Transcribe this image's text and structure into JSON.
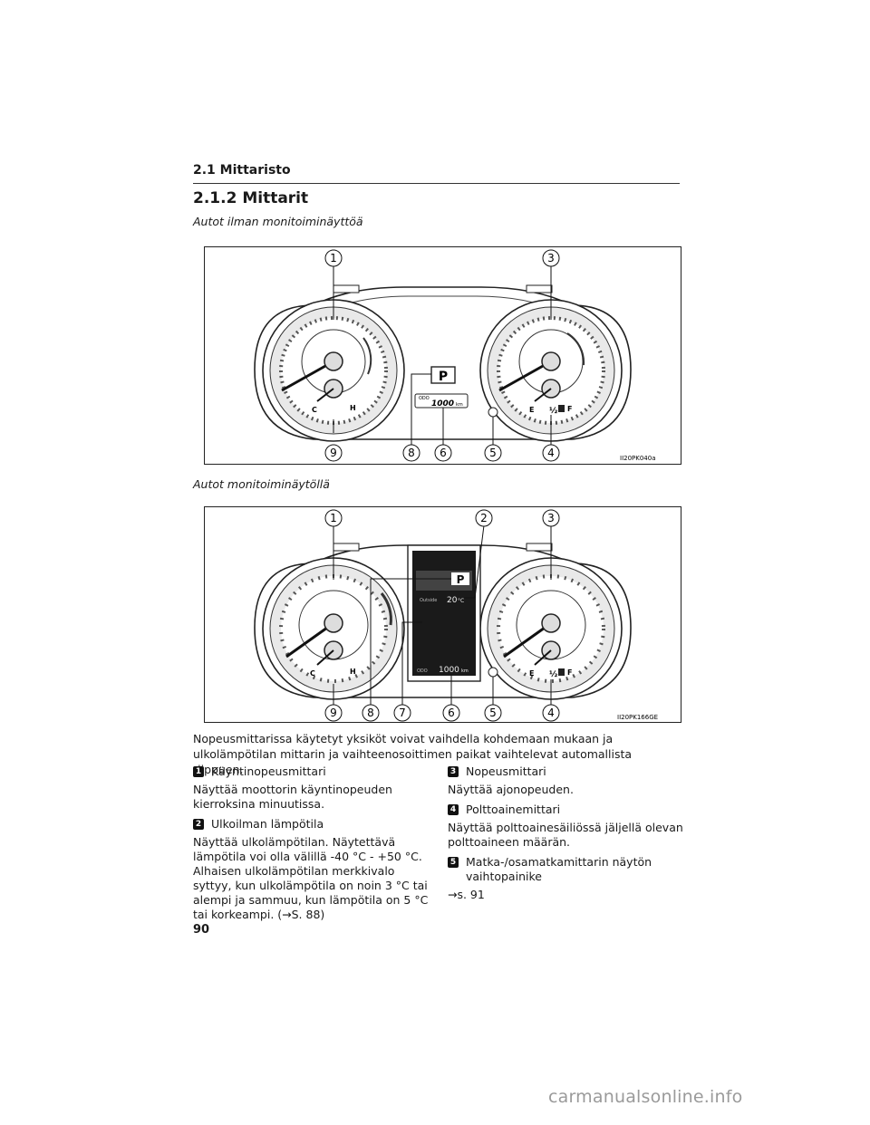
{
  "header": {
    "section": "2.1 Mittaristo",
    "title": "2.1.2 Mittarit"
  },
  "figure1": {
    "caption": "Autot ilman monitoiminäyttöä",
    "code": "II20PK040a",
    "callouts_top": [
      "1",
      "3"
    ],
    "callouts_bottom": [
      "9",
      "8",
      "6",
      "5",
      "4"
    ],
    "gear": "P",
    "odo_label": "ODO",
    "odo_value": "1000",
    "odo_unit": "km",
    "temp_c": "C",
    "temp_h": "H",
    "fuel_half": "½",
    "fuel_e": "E",
    "fuel_f": "F"
  },
  "figure2": {
    "caption": "Autot monitoiminäytöllä",
    "code": "II20PK166GE",
    "callouts_top": [
      "1",
      "2",
      "3"
    ],
    "callouts_bottom": [
      "9",
      "8",
      "7",
      "6",
      "5",
      "4"
    ],
    "gear": "P",
    "outside_label": "Outside",
    "outside_value": "20",
    "outside_unit": "°C",
    "odo_label": "ODO",
    "odo_value": "1000",
    "odo_unit": "km",
    "temp_c": "C",
    "temp_h": "H",
    "fuel_half": "½",
    "fuel_e": "E",
    "fuel_f": "F"
  },
  "intro": "Nopeusmittarissa käytetyt yksiköt voivat vaihdella kohdemaan mukaan ja ulkolämpötilan mittarin ja vaihteenosoittimen paikat vaihtelevat automallista riippuen.",
  "items": [
    {
      "num": "1",
      "title": "Käyntinopeusmittari",
      "desc": "Näyttää moottorin käyntinopeuden kierroksina minuutissa."
    },
    {
      "num": "2",
      "title": "Ulkoilman lämpötila",
      "desc": "Näyttää ulkolämpötilan. Näytettävä lämpötila voi olla välillä -40 °C - +50 °C. Alhaisen ulkolämpötilan merkkivalo syttyy, kun ulkolämpötila on noin 3 °C tai alempi ja sammuu, kun lämpötila on 5 °C tai korkeampi. (→S. 88)"
    },
    {
      "num": "3",
      "title": "Nopeusmittari",
      "desc": "Näyttää ajonopeuden."
    },
    {
      "num": "4",
      "title": "Polttoainemittari",
      "desc": "Näyttää polttoainesäiliössä jäljellä olevan polttoaineen määrän."
    },
    {
      "num": "5",
      "title": "Matka-/osamatkamittarin näytön vaihtopainike",
      "desc": "→s. 91"
    }
  ],
  "page_number": "90",
  "watermark": "carmanualsonline.info"
}
